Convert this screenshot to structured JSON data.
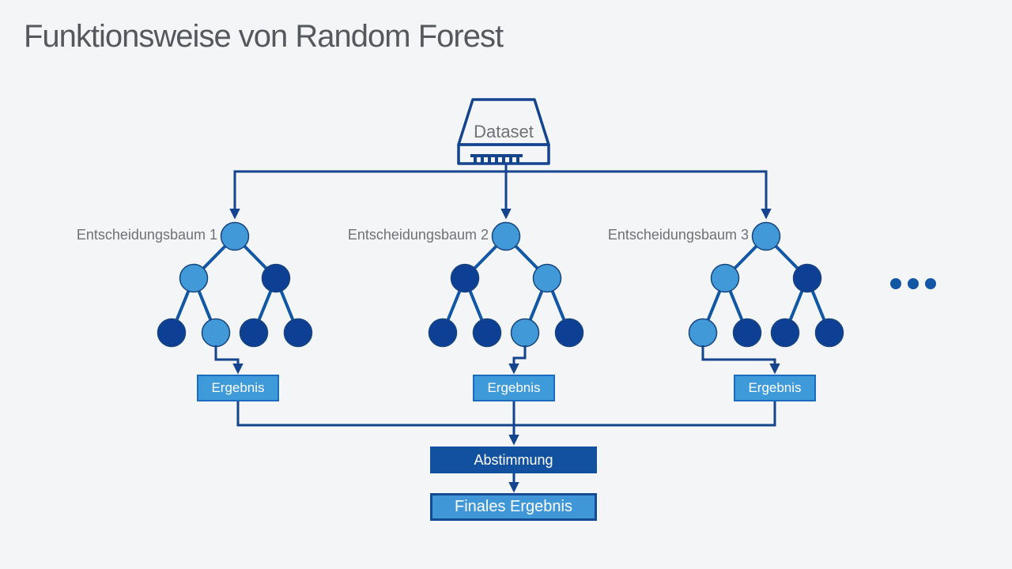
{
  "title": "Funktionsweise von Random Forest",
  "dataset": {
    "label": "Dataset",
    "icon": "disk-drive-icon"
  },
  "trees": [
    {
      "label": "Entscheidungsbaum 1",
      "nodes": [
        "light",
        "light",
        "dark",
        "dark",
        "light",
        "dark",
        "dark"
      ],
      "result_leaf": 1
    },
    {
      "label": "Entscheidungsbaum 2",
      "nodes": [
        "light",
        "dark",
        "light",
        "dark",
        "dark",
        "light",
        "dark"
      ],
      "result_leaf": 2
    },
    {
      "label": "Entscheidungsbaum 3",
      "nodes": [
        "light",
        "light",
        "dark",
        "light",
        "dark",
        "dark",
        "dark"
      ],
      "result_leaf": 0
    }
  ],
  "more_trees_indicator": "horizontal-ellipsis-icon",
  "result_box": {
    "label": "Ergebnis"
  },
  "voting_box": {
    "label": "Abstimmung"
  },
  "final_box": {
    "label": "Finales Ergebnis"
  },
  "colors": {
    "background": "#F4F5F6",
    "title_text": "#55595E",
    "label_text": "#6E7276",
    "light_node": "#4199D8",
    "dark_node": "#0D4094",
    "node_border": "#17447F",
    "edge": "#1057A5",
    "connector": "#15448F",
    "result_fill": "#3E9AD8",
    "result_border": "#1B6CC0",
    "voting_fill": "#11519F",
    "final_fill": "#4097D8",
    "final_border": "#134A94",
    "box_text": "#FFFFFF",
    "ellipsis": "#1256A4"
  }
}
